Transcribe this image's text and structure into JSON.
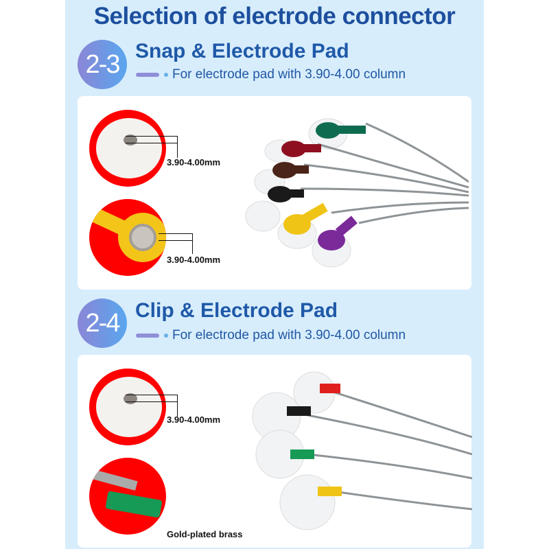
{
  "title": "Selection of electrode connector",
  "sections": [
    {
      "badge": "2-3",
      "title": "Snap & Electrode Pad",
      "subtitle": "For electrode pad with 3.90-4.00 column",
      "dim1": "3.90-4.00mm",
      "dim2": "3.90-4.00mm",
      "connector_colors": [
        "#0f6b50",
        "#8e1020",
        "#4a2418",
        "#1a1a1a",
        "#f0c417",
        "#7b2a9a"
      ]
    },
    {
      "badge": "2-4",
      "title": "Clip & Electrode Pad",
      "subtitle": "For electrode pad with 3.90-4.00 column",
      "dim1": "3.90-4.00mm",
      "note": "Gold-plated brass",
      "connector_colors": [
        "#e0201e",
        "#1a1a1a",
        "#179a55",
        "#f0c417"
      ]
    }
  ]
}
